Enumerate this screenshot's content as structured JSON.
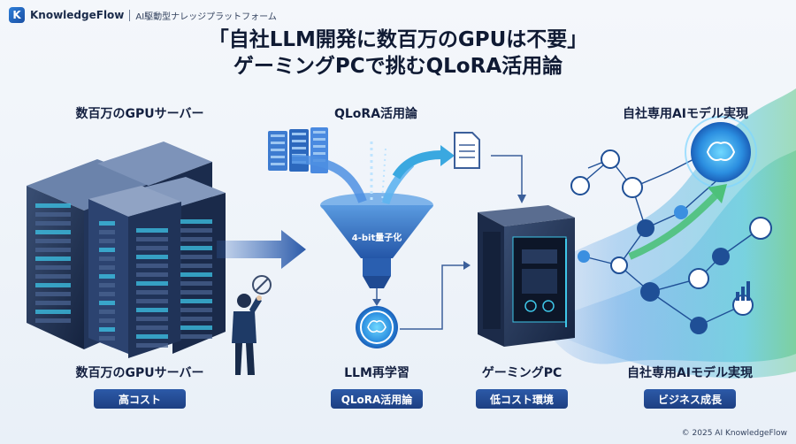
{
  "header": {
    "logo_letter": "K",
    "brand": "KnowledgeFlow",
    "tagline": "AI駆動型ナレッジプラットフォーム"
  },
  "title": {
    "line1": "「自社LLM開発に数百万のGPUは不要」",
    "line2": "ゲーミングPCで挑むQLoRA活用論"
  },
  "columns": [
    {
      "head": "数百万のGPUサーバー",
      "foot": "数百万のGPUサーバー",
      "pill": "高コスト"
    },
    {
      "head": "QLoRA活用論",
      "foot": "LLM再学習",
      "pill": "QLoRA活用論"
    },
    {
      "head": "",
      "foot": "ゲーミングPC",
      "pill": "低コスト環境"
    },
    {
      "head": "自社専用AIモデル実現",
      "foot": "自社専用AIモデル実現",
      "pill": "ビジネス成長"
    }
  ],
  "funnel_label": "4-bit量子化",
  "icons": {
    "server": "server-rack-icon",
    "person": "worried-person-icon",
    "no_sign": "prohibited-icon",
    "funnel": "funnel-icon",
    "brain": "brain-icon",
    "document": "document-icon",
    "pc": "gaming-pc-icon"
  },
  "colors": {
    "accent": "#2c5aa8",
    "cyan": "#3ec6e8",
    "green": "#4cc17a",
    "dark_navy": "#1d3f82"
  },
  "footer": {
    "copyright": "© 2025 AI KnowledgeFlow"
  }
}
